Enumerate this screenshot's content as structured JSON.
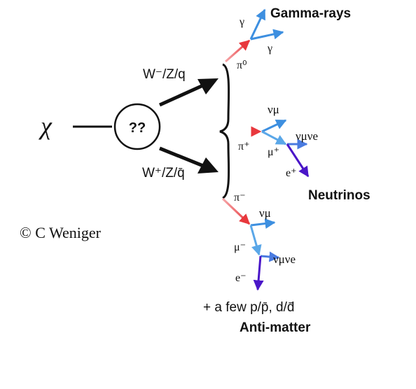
{
  "diagram": {
    "chi": "χ",
    "unknown_node": "??",
    "boson_upper": "W⁻/Z/q",
    "boson_lower": "W⁺/Z/q̄",
    "copyright": "© C Weniger",
    "gamma_branch": {
      "pion": "π⁰",
      "photon_top": "γ",
      "photon_bottom": "γ",
      "heading": "Gamma-rays"
    },
    "neutrino_branch": {
      "pion": "π⁺",
      "nu_mu_top": "νμ",
      "muon": "μ⁺",
      "nu_pair": "νμνe",
      "positron": "e⁺",
      "heading": "Neutrinos"
    },
    "antimatter_branch": {
      "pion": "π⁻",
      "nu_mu_top": "νμ",
      "muon": "μ⁻",
      "nu_pair": "νμνe",
      "electron": "e⁻",
      "extra": "+ a few p/p̄, d/d̄",
      "heading": "Anti-matter"
    },
    "colors": {
      "pion_arrow": "#e8383d",
      "gamma_arrow": "#3d8fe0",
      "muon_arrow": "#5aa7e8",
      "nu_arrow": "#4a7be0",
      "electron_arrow": "#4a16c8",
      "ink": "#111111"
    }
  }
}
